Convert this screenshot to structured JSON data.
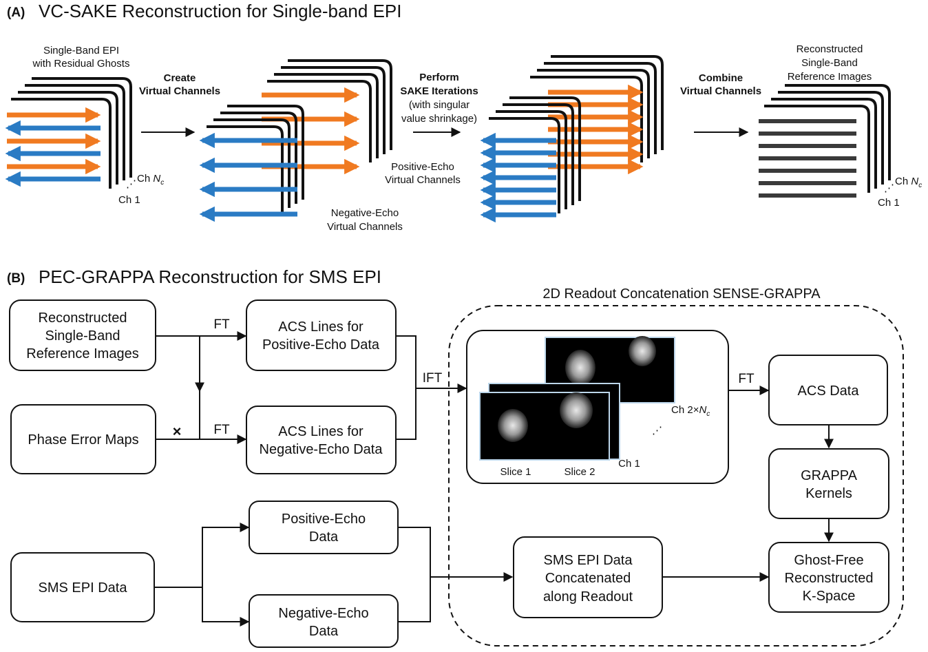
{
  "panel_a": {
    "letter": "(A)",
    "title": "VC-SAKE Reconstruction for Single-band EPI",
    "input_label": [
      "Single-Band EPI",
      "with Residual Ghosts"
    ],
    "ch_nc_prefix": "Ch ",
    "ch_nc_sym": "N",
    "ch_nc_sub": "c",
    "ch1": "Ch 1",
    "step1": [
      "Create",
      "Virtual Channels"
    ],
    "step2": [
      "Perform",
      "SAKE Iterations"
    ],
    "step2_note": [
      "(with  singular",
      "value shrinkage)"
    ],
    "step3": [
      "Combine",
      "Virtual Channels"
    ],
    "positive_vc": [
      "Positive-Echo",
      "Virtual Channels"
    ],
    "negative_vc": [
      "Negative-Echo",
      "Virtual Channels"
    ],
    "output_label": [
      "Reconstructed",
      "Single-Band",
      "Reference Images"
    ],
    "colors": {
      "positive": "#f07a21",
      "negative": "#2a7bc4",
      "combined": "#3a3a3a"
    }
  },
  "panel_b": {
    "letter": "(B)",
    "title": "PEC-GRAPPA Reconstruction for SMS EPI",
    "dashed_title": "2D Readout Concatenation SENSE-GRAPPA",
    "ref_images": [
      "Reconstructed",
      "Single-Band",
      "Reference Images"
    ],
    "phase_error": "Phase Error Maps",
    "multiply": "×",
    "ft": "FT",
    "ift": "IFT",
    "acs_pos": [
      "ACS Lines for",
      "Positive-Echo Data"
    ],
    "acs_neg": [
      "ACS Lines for",
      "Negative-Echo Data"
    ],
    "slice1": "Slice 1",
    "slice2": "Slice 2",
    "ch_prefix": "Ch 2",
    "ch_times": "×",
    "ch_sym": "N",
    "ch_sub": "c",
    "ch1": "Ch 1",
    "acs_data": "ACS Data",
    "grappa": [
      "GRAPPA",
      "Kernels"
    ],
    "sms_data": "SMS EPI Data",
    "pos_data": [
      "Positive-Echo",
      "Data"
    ],
    "neg_data": [
      "Negative-Echo",
      "Data"
    ],
    "concat": [
      "SMS EPI Data",
      "Concatenated",
      "along Readout"
    ],
    "ghost_free": [
      "Ghost-Free",
      "Reconstructed",
      "K-Space"
    ]
  }
}
